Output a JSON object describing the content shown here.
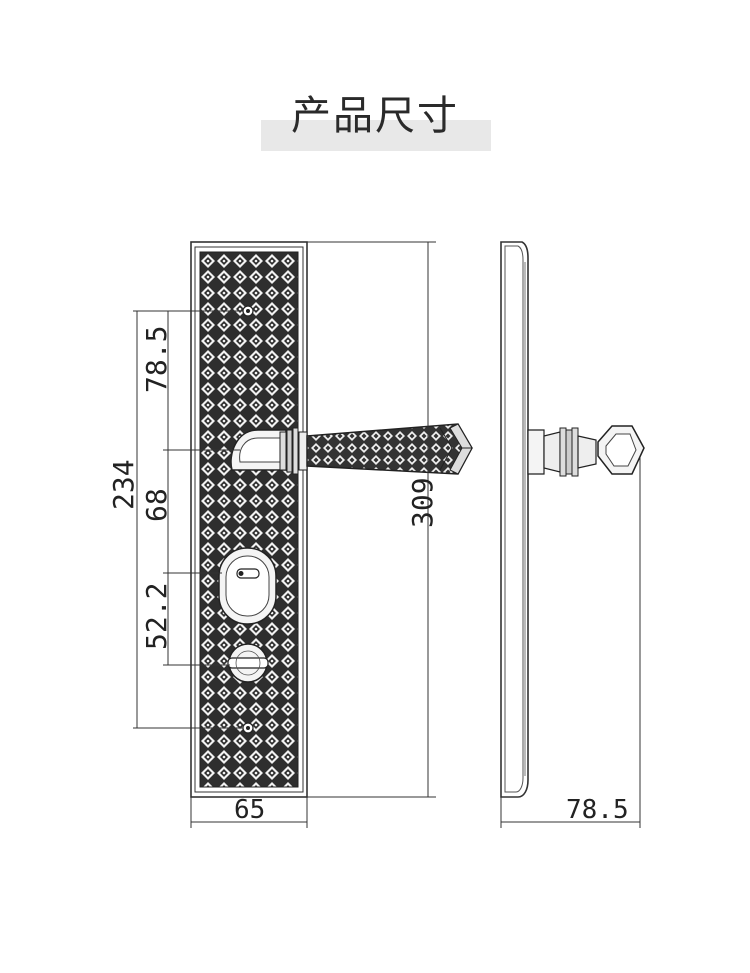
{
  "title": "产品尺寸",
  "dimensions": {
    "total_height": "309",
    "span": "234",
    "top_to_handle": "78.5",
    "handle_to_cylinder": "68",
    "cylinder_to_thumbturn": "52.2",
    "plate_width": "65",
    "projection": "78.5"
  },
  "colors": {
    "line": "#333333",
    "plate_dark": "#2e2e2e",
    "title_bar": "#e8e8e8"
  }
}
